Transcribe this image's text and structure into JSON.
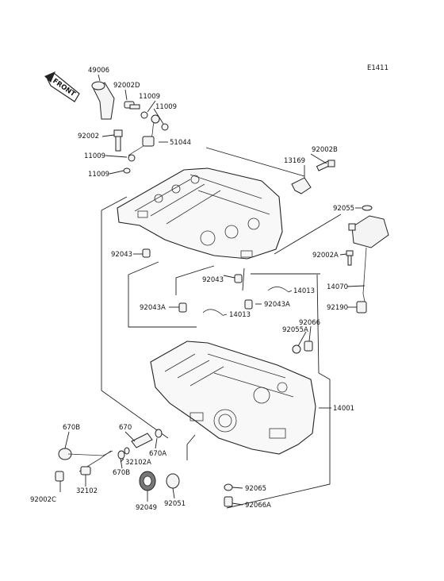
{
  "diagram": {
    "ref_code": "E1411",
    "front_badge": "FRONT",
    "callouts": [
      {
        "id": "49006",
        "text": "49006"
      },
      {
        "id": "92002D",
        "text": "92002D"
      },
      {
        "id": "11009a",
        "text": "11009"
      },
      {
        "id": "11009b",
        "text": "11009"
      },
      {
        "id": "92002",
        "text": "92002"
      },
      {
        "id": "51044",
        "text": "51044"
      },
      {
        "id": "11009c",
        "text": "11009"
      },
      {
        "id": "11009d",
        "text": "11009"
      },
      {
        "id": "13169",
        "text": "13169"
      },
      {
        "id": "92002B",
        "text": "92002B"
      },
      {
        "id": "92055",
        "text": "92055"
      },
      {
        "id": "92043a",
        "text": "92043"
      },
      {
        "id": "92002A",
        "text": "92002A"
      },
      {
        "id": "92043b",
        "text": "92043"
      },
      {
        "id": "14013a",
        "text": "14013"
      },
      {
        "id": "14070",
        "text": "14070"
      },
      {
        "id": "92043Aa",
        "text": "92043A"
      },
      {
        "id": "92043Ab",
        "text": "92043A"
      },
      {
        "id": "14013b",
        "text": "14013"
      },
      {
        "id": "92190",
        "text": "92190"
      },
      {
        "id": "92066",
        "text": "92066"
      },
      {
        "id": "92055A",
        "text": "92055A"
      },
      {
        "id": "14001",
        "text": "14001"
      },
      {
        "id": "670B_top",
        "text": "670B"
      },
      {
        "id": "670",
        "text": "670"
      },
      {
        "id": "32102A",
        "text": "32102A"
      },
      {
        "id": "670A",
        "text": "670A"
      },
      {
        "id": "670B_bot",
        "text": "670B"
      },
      {
        "id": "32102",
        "text": "32102"
      },
      {
        "id": "92002C",
        "text": "92002C"
      },
      {
        "id": "92065",
        "text": "92065"
      },
      {
        "id": "92049",
        "text": "92049"
      },
      {
        "id": "92051",
        "text": "92051"
      },
      {
        "id": "92066A",
        "text": "92066A"
      }
    ]
  }
}
